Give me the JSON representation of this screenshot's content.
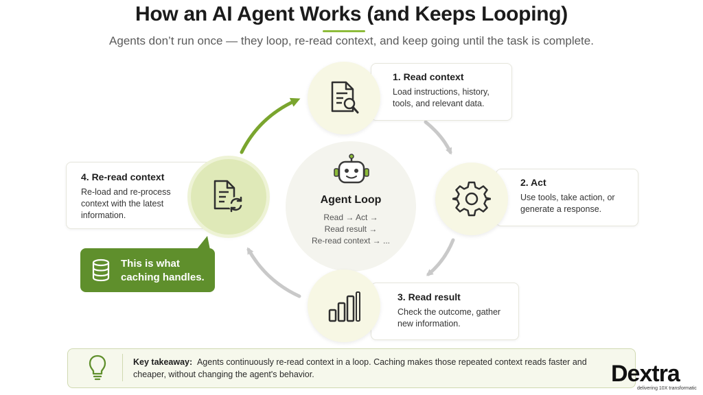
{
  "header": {
    "title": "How an AI Agent Works (and Keeps Looping)",
    "subtitle": "Agents don’t run once — they loop, re-read context, and keep going until the task is complete."
  },
  "steps": [
    {
      "title": "1. Read context",
      "text": "Load instructions, history, tools, and relevant data.",
      "icon": "document-search-icon"
    },
    {
      "title": "2. Act",
      "text": "Use tools, take action, or generate a response.",
      "icon": "gear-icon"
    },
    {
      "title": "3. Read result",
      "text": "Check the outcome, gather new information.",
      "icon": "bar-chart-icon"
    },
    {
      "title": "4. Re-read context",
      "text": "Re-load and re-process context with the latest information.",
      "icon": "document-refresh-icon"
    }
  ],
  "center": {
    "title": "Agent Loop",
    "line1": "Read → Act →",
    "line2": "Read result →",
    "line3": "Re-read context → ...",
    "icon": "robot-icon"
  },
  "callout": {
    "line1": "This is what",
    "line2": "caching handles.",
    "icon": "database-icon"
  },
  "takeaway": {
    "label": "Key takeaway:",
    "text": "Agents continuously re-read context in a loop. Caching makes those repeated context reads faster and cheaper, without changing the agent's behavior.",
    "icon": "lightbulb-icon"
  },
  "brand": {
    "name": "Dextra",
    "tagline": "delivering 10X transformatic"
  },
  "colors": {
    "accent_green": "#5f8f2c",
    "arrow_green": "#7aa52e",
    "arrow_gray": "#c9c9c9",
    "circle_fill": "#f7f7e4",
    "highlight_circle": "#dfe9b8"
  }
}
